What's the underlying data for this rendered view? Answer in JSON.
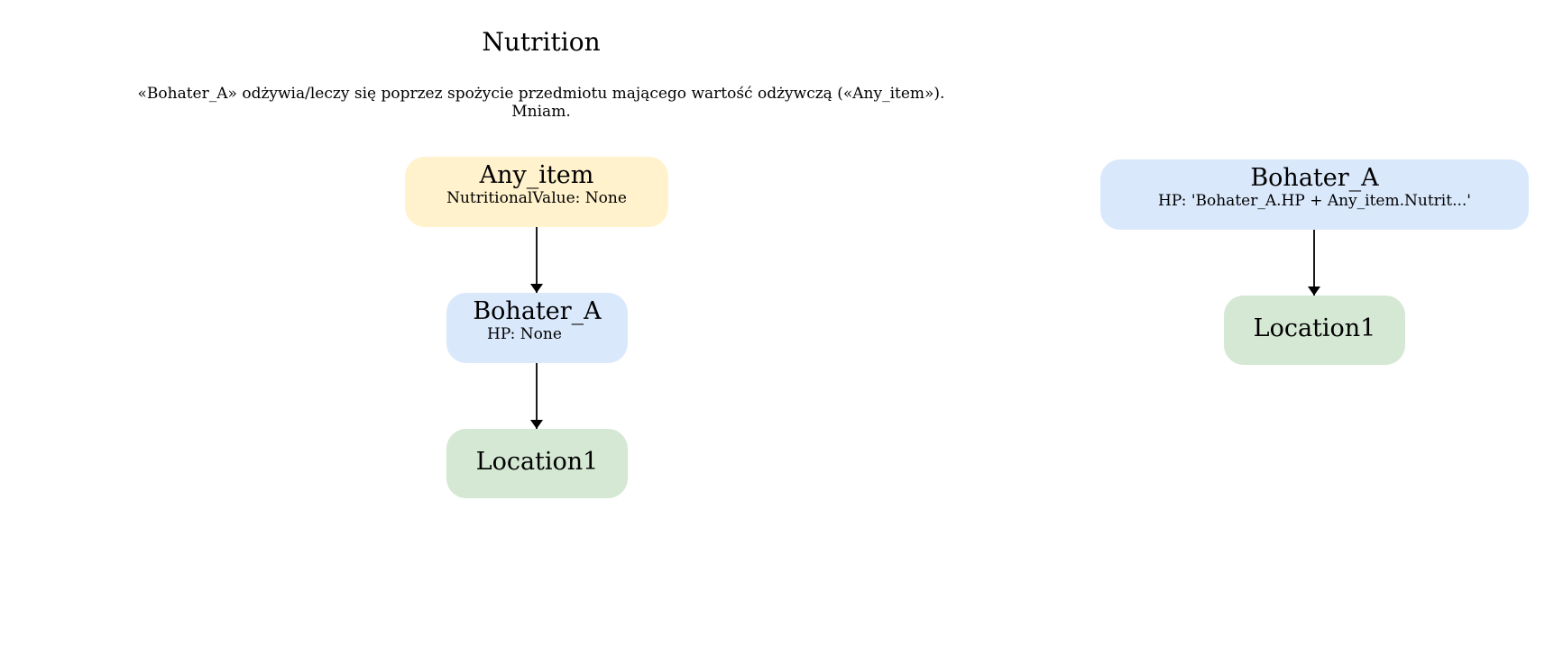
{
  "title": "Nutrition",
  "description": {
    "line1": "«Bohater_A» odżywia/leczy się poprzez spożycie przedmiotu mającego wartość odżywczą («Any_item»).",
    "line2": "Mniam."
  },
  "pre_state": {
    "any_item": {
      "name": "Any_item",
      "attr": "NutritionalValue: None"
    },
    "hero": {
      "name": "Bohater_A",
      "attr": "HP: None"
    },
    "location": {
      "name": "Location1"
    }
  },
  "post_state": {
    "hero": {
      "name": "Bohater_A",
      "attr": "HP: 'Bohater_A.HP + Any_item.Nutrit...'"
    },
    "location": {
      "name": "Location1"
    }
  },
  "colors": {
    "item_fill": "#fff2cc",
    "character_fill": "#dae8fc",
    "location_fill": "#d5e8d4",
    "edge": "#000000"
  }
}
